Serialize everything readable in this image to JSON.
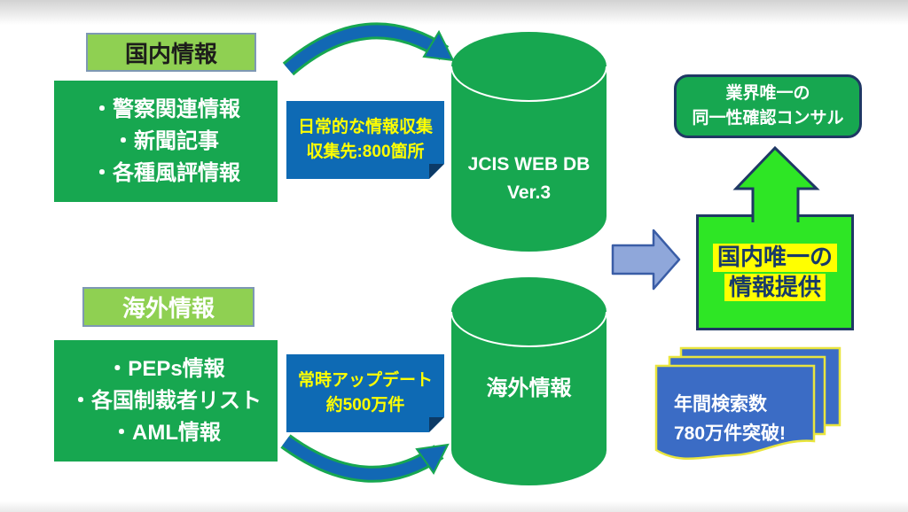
{
  "title": "JCIS WEB DB Ver.3 information flow diagram",
  "colors": {
    "box_green": "#17a750",
    "label_light_green": "#8fd052",
    "label_border": "#7e98b4",
    "note_blue": "#0e6ab4",
    "note_fold": "#0c3a66",
    "note_text_yellow": "#ffff00",
    "flow_arrow_blue": "#1268b4",
    "flow_arrow_green_edge": "#17a750",
    "block_arrow_fill": "#8fa7da",
    "block_arrow_border": "#3a5da6",
    "bright_green": "#2ee625",
    "navy": "#1f3864",
    "highlight_yellow": "#ffff00",
    "paper_blue": "#3b6cc5",
    "paper_border_yellow": "#e9e53e"
  },
  "domestic": {
    "label": "国内情報",
    "items": [
      "・警察関連情報",
      "・新聞記事",
      "・各種風評情報"
    ]
  },
  "overseas": {
    "label": "海外情報",
    "items": [
      "・PEPs情報",
      "・各国制裁者リスト",
      "・AML情報"
    ]
  },
  "collection_note": {
    "line1": "日常的な情報収集",
    "line2": "収集先:800箇所"
  },
  "update_note": {
    "line1": "常時アップデート",
    "line2": "約500万件"
  },
  "db_main": {
    "line1": "JCIS WEB DB",
    "line2": "Ver.3"
  },
  "db_overseas": {
    "label": "海外情報"
  },
  "consulting": {
    "line1": "業界唯一の",
    "line2": "同一性確認コンサル"
  },
  "provision": {
    "line1": "国内唯一の",
    "line2": "情報提供"
  },
  "search_stats": {
    "line1": "年間検索数",
    "line2": "780万件突破!"
  },
  "icons": {
    "flow_arrow_top": "curved-arrow-right-down",
    "flow_arrow_bottom": "curved-arrow-right-up",
    "output_arrow": "block-arrow-right",
    "upgrade_arrow": "block-arrow-up",
    "folded_corner": "note-fold",
    "stacked_papers": "document-stack"
  }
}
